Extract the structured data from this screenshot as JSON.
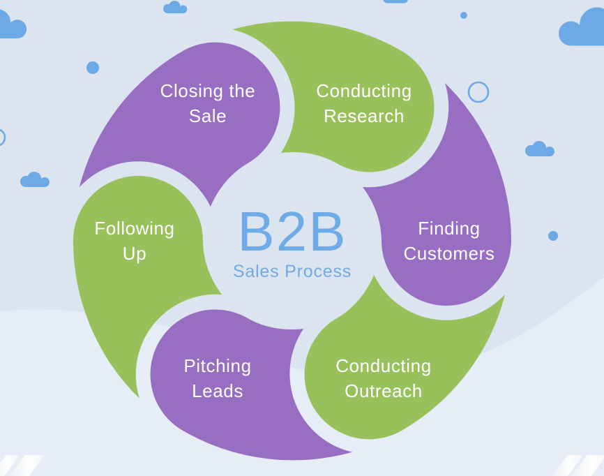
{
  "diagram": {
    "title": "B2B",
    "subtitle": "Sales Process",
    "steps": [
      {
        "lines": [
          "Conducting",
          "Research"
        ],
        "color": "#98C15C"
      },
      {
        "lines": [
          "Finding",
          "Customers"
        ],
        "color": "#976EC2"
      },
      {
        "lines": [
          "Conducting",
          "Outreach"
        ],
        "color": "#98C15C"
      },
      {
        "lines": [
          "Pitching",
          "Leads"
        ],
        "color": "#976EC2"
      },
      {
        "lines": [
          "Following",
          "Up"
        ],
        "color": "#98C15C"
      },
      {
        "lines": [
          "Closing the",
          "Sale"
        ],
        "color": "#976EC2"
      }
    ]
  },
  "colors": {
    "background": "#DCE4EF",
    "background_light": "#E7EDF6",
    "accent_blue": "#6DAAE5",
    "title_blue": "#6FABE6",
    "label_text": "#FFFFFF"
  },
  "decorations": {
    "cloud_icon": "cloud",
    "dot_icon": "dot",
    "ring_icon": "ring"
  }
}
